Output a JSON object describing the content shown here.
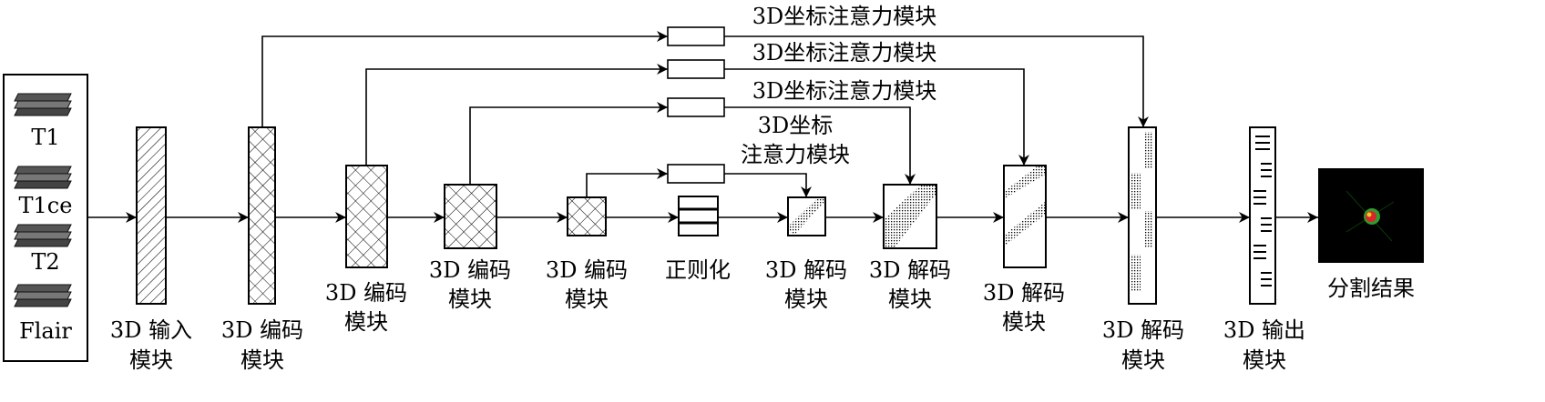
{
  "inputs": {
    "modalities": [
      "T1",
      "T1ce",
      "T2",
      "Flair"
    ]
  },
  "blocks": {
    "input": [
      "3D 输入",
      "模块"
    ],
    "enc1": [
      "3D 编码",
      "模块"
    ],
    "enc2": [
      "3D 编码",
      "模块"
    ],
    "enc3": [
      "3D 编码",
      "模块"
    ],
    "enc4": [
      "3D 编码",
      "模块"
    ],
    "norm": "正则化",
    "dec1": [
      "3D 解码",
      "模块"
    ],
    "dec2": [
      "3D 解码",
      "模块"
    ],
    "dec3": [
      "3D 解码",
      "模块"
    ],
    "dec4": [
      "3D 解码",
      "模块"
    ],
    "output": [
      "3D 输出",
      "模块"
    ],
    "result": "分割结果"
  },
  "attention": {
    "a1": "3D坐标注意力模块",
    "a2": "3D坐标注意力模块",
    "a3": "3D坐标注意力模块",
    "a4": [
      "3D坐标",
      "注意力模块"
    ]
  },
  "colors": {
    "line": "#000000",
    "result_bg": "#000000",
    "tumor_green": "#2e9c2e",
    "tumor_red": "#d8262a",
    "tumor_yellow": "#e8d020"
  }
}
